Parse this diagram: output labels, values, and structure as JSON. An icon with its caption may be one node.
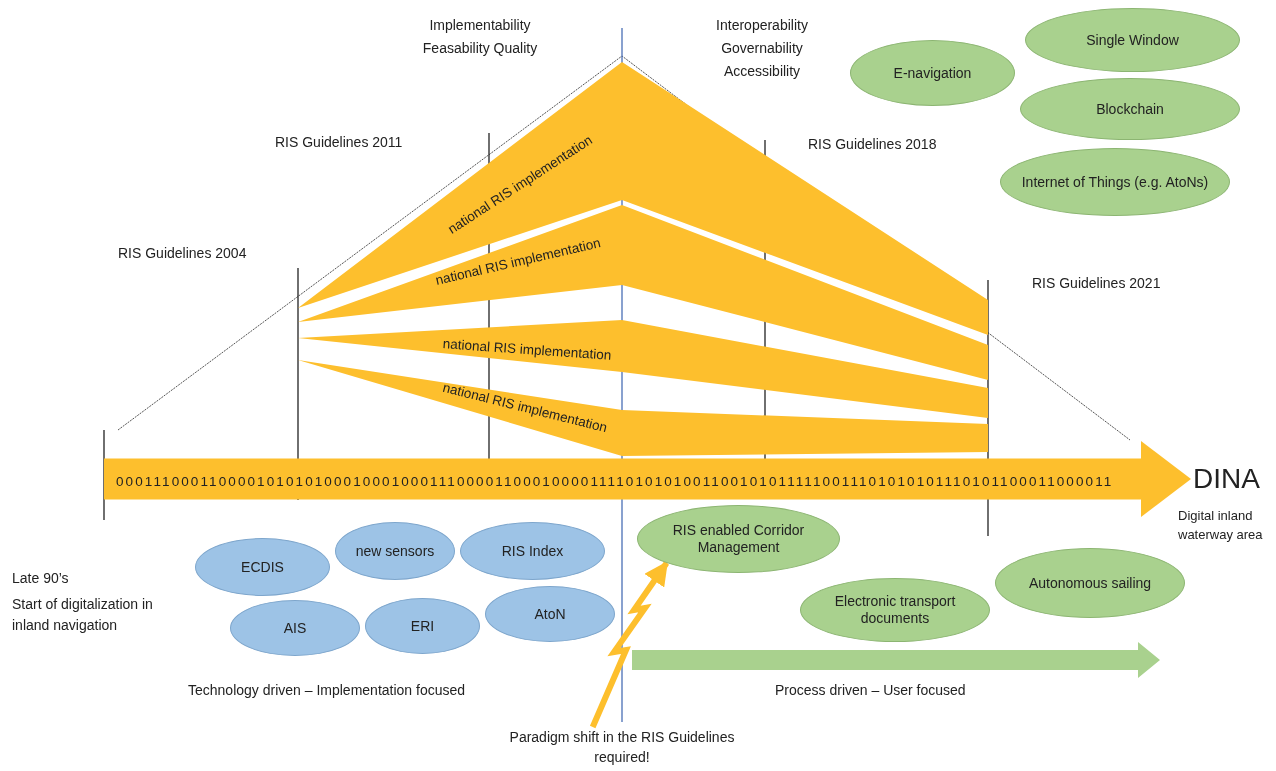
{
  "diagram": {
    "nodes": [
      {
        "text": [
          "national RIS implementation"
        ]
      },
      {
        "text": [
          "national RIS implementation"
        ]
      },
      {
        "text": [
          "national RIS implementation"
        ]
      },
      {
        "text": [
          "national RIS implementation"
        ]
      },
      {
        "text": [
          "E-navigation"
        ]
      },
      {
        "text": [
          "Single Window"
        ]
      },
      {
        "text": [
          "Blockchain"
        ]
      },
      {
        "text": [
          "Internet of Things (e.g. AtoNs)"
        ]
      },
      {
        "text": [
          "ECDIS"
        ]
      },
      {
        "text": [
          "new sensors"
        ]
      },
      {
        "text": [
          "RIS Index"
        ]
      },
      {
        "text": [
          "AIS"
        ]
      },
      {
        "text": [
          "ERI"
        ]
      },
      {
        "text": [
          "AtoN"
        ]
      },
      {
        "text": [
          "RIS enabled Corridor Management"
        ]
      },
      {
        "text": [
          "Electronic transport documents"
        ]
      },
      {
        "text": [
          "Autonomous sailing"
        ]
      },
      {
        "text": [
          "Paradigm shift in the RIS Guidelines required!"
        ]
      },
      {
        "text": [
          "DINA"
        ]
      }
    ],
    "edges": [
      {
        "from": 17,
        "to": 14,
        "arrow": "to"
      },
      {
        "from": null,
        "to": 18,
        "arrow": "to",
        "style": "thick",
        "label": "0001110001100001010101000100010001110000110001000011110101010011001010111110011101010101110101100011000011"
      }
    ],
    "labels": [
      "Implementability Feasability Quality",
      "Interoperability Governability Accessibility",
      "RIS Guidelines 2011",
      "RIS Guidelines 2018",
      "RIS Guidelines 2004",
      "RIS Guidelines 2021",
      "Digital inland waterway area",
      "Late 90’s",
      "Start of digitalization in inland navigation",
      "Technology driven – Implementation focused",
      "Process driven – User focused"
    ]
  }
}
